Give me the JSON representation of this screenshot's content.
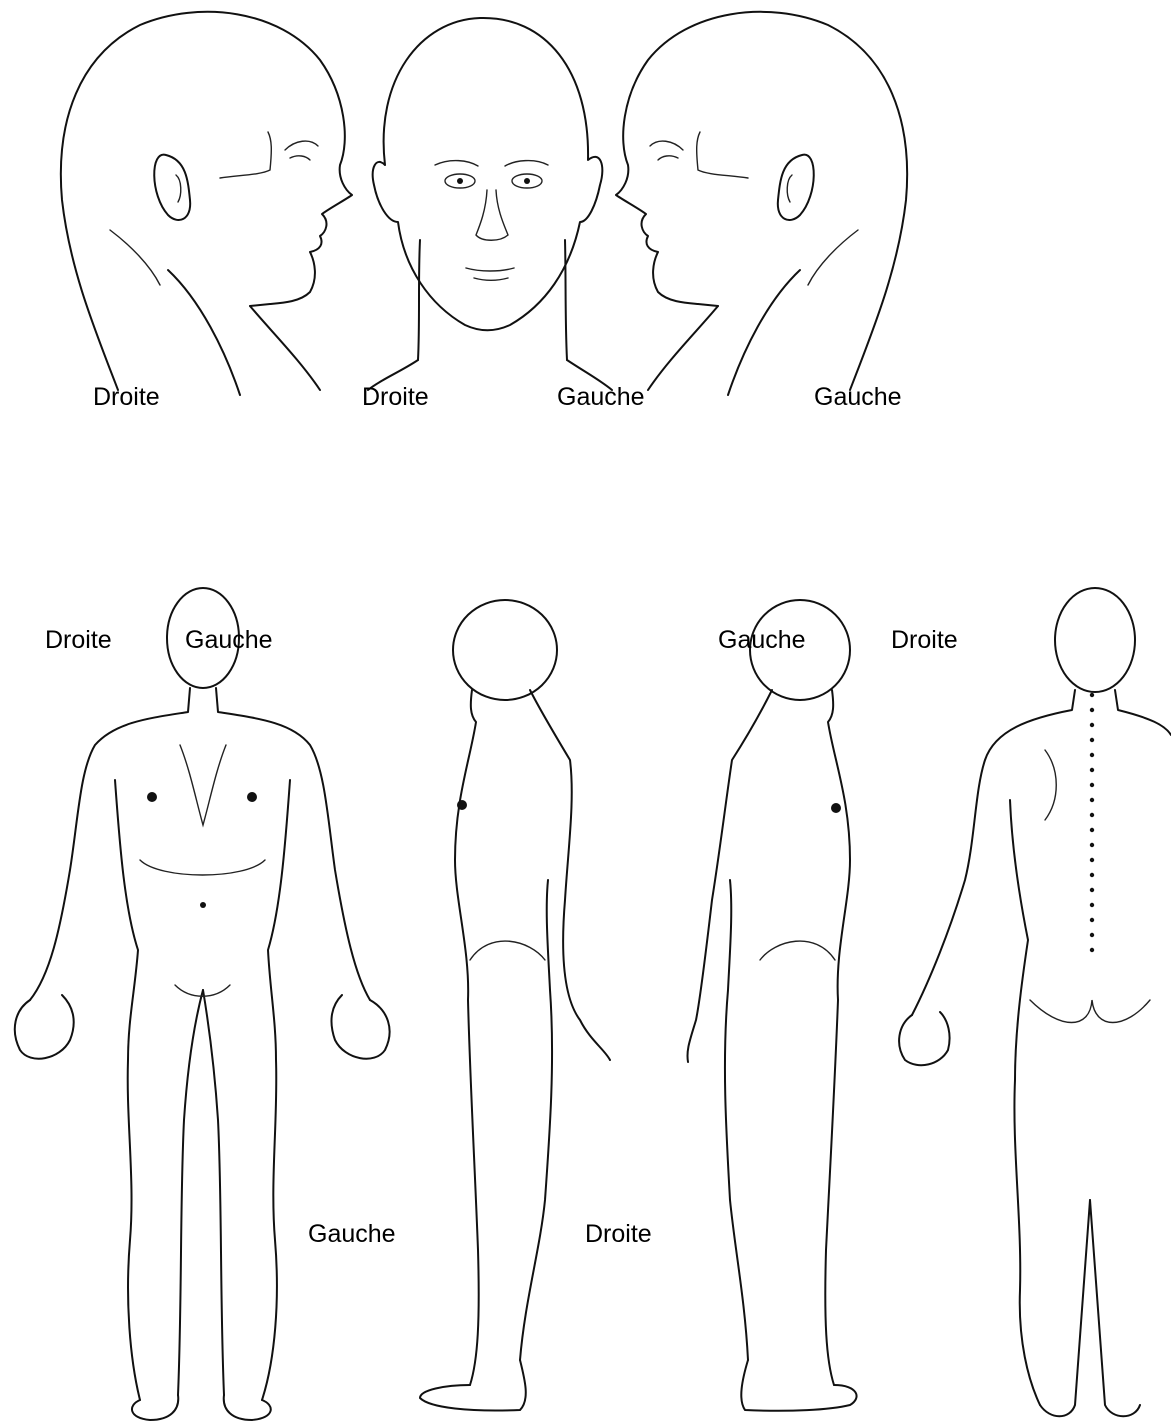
{
  "labels": {
    "head_right_profile": "Droite",
    "head_front_right": "Droite",
    "head_front_left": "Gauche",
    "head_left_profile": "Gauche",
    "body_front_right": "Droite",
    "body_front_left": "Gauche",
    "body_side_left_top": "Gauche",
    "body_back_right": "Droite",
    "body_lower_left": "Gauche",
    "body_lower_right": "Droite"
  },
  "colors": {
    "line": "#111111",
    "background": "#ffffff"
  }
}
